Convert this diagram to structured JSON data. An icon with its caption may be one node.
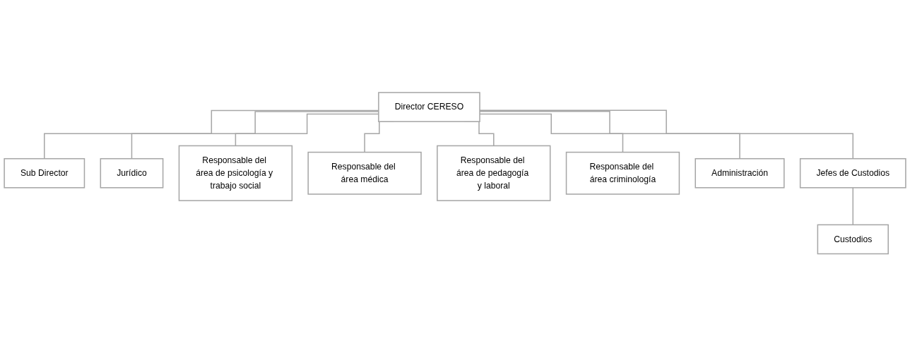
{
  "diagram": {
    "nodes": [
      {
        "text": [
          "Director CERESO"
        ]
      },
      {
        "text": [
          "Sub Director"
        ]
      },
      {
        "text": [
          "Jurídico"
        ]
      },
      {
        "text": [
          "Responsable del área de psicología y trabajo social"
        ]
      },
      {
        "text": [
          "Responsable del área médica"
        ]
      },
      {
        "text": [
          "Responsable del área de pedagogía y laboral"
        ]
      },
      {
        "text": [
          "Responsable del área criminología"
        ]
      },
      {
        "text": [
          "Administración"
        ]
      },
      {
        "text": [
          "Jefes de Custodios"
        ]
      },
      {
        "text": [
          "Custodios"
        ]
      }
    ],
    "edges": [
      {
        "from": 0,
        "to": 1,
        "arrow": "none"
      },
      {
        "from": 0,
        "to": 2,
        "arrow": "none"
      },
      {
        "from": 0,
        "to": 3,
        "arrow": "none"
      },
      {
        "from": 0,
        "to": 4,
        "arrow": "none"
      },
      {
        "from": 0,
        "to": 5,
        "arrow": "none"
      },
      {
        "from": 0,
        "to": 6,
        "arrow": "none"
      },
      {
        "from": 0,
        "to": 7,
        "arrow": "none"
      },
      {
        "from": 0,
        "to": 8,
        "arrow": "none"
      },
      {
        "from": 8,
        "to": 9,
        "arrow": "none"
      }
    ]
  }
}
